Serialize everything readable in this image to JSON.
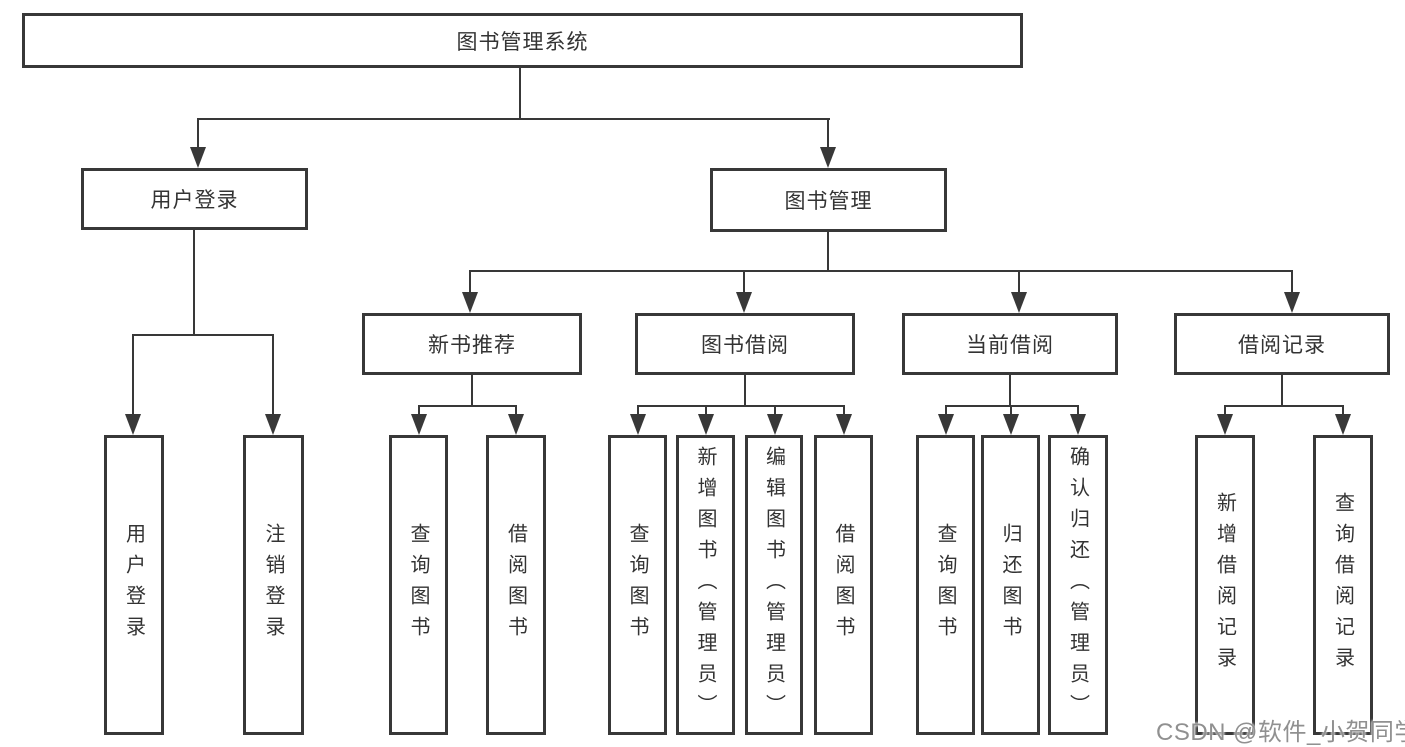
{
  "diagram": {
    "root": {
      "label": "图书管理系统"
    },
    "level2": [
      {
        "label": "用户登录"
      },
      {
        "label": "图书管理"
      }
    ],
    "level3": [
      {
        "label": "新书推荐"
      },
      {
        "label": "图书借阅"
      },
      {
        "label": "当前借阅"
      },
      {
        "label": "借阅记录"
      }
    ],
    "leaves": {
      "user_login": [
        "用户登录",
        "注销登录"
      ],
      "new_book_recommend": [
        "查询图书",
        "借阅图书"
      ],
      "book_borrowing": [
        "查询图书",
        "新增图书（管理员）",
        "编辑图书（管理员）",
        "借阅图书"
      ],
      "current_borrowing": [
        "查询图书",
        "归还图书",
        "确认归还（管理员）"
      ],
      "borrowing_records": [
        "新增借阅记录",
        "查询借阅记录"
      ]
    },
    "watermark": "CSDN @软件_小贺同学",
    "colors": {
      "line": "#383838",
      "text": "#333333",
      "watermark": "#909090",
      "background": "#ffffff"
    }
  }
}
